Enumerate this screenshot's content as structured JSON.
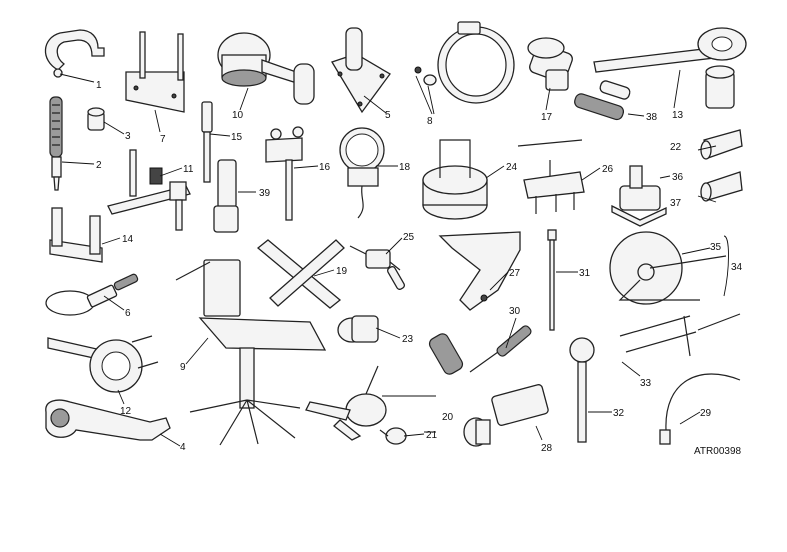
{
  "drawing_code": "ATR00398",
  "callouts": {
    "c1": "1",
    "c2": "2",
    "c3": "3",
    "c4": "4",
    "c5": "5",
    "c6": "6",
    "c7": "7",
    "c8": "8",
    "c9": "9",
    "c10": "10",
    "c11": "11",
    "c12": "12",
    "c13": "13",
    "c14": "14",
    "c15": "15",
    "c16": "16",
    "c17": "17",
    "c18": "18",
    "c19": "19",
    "c20": "20",
    "c21": "21",
    "c22": "22",
    "c23": "23",
    "c24": "24",
    "c25": "25",
    "c26": "26",
    "c27": "27",
    "c28": "28",
    "c29": "29",
    "c30": "30",
    "c31": "31",
    "c32": "32",
    "c33": "33",
    "c34": "34",
    "c35": "35",
    "c36": "36",
    "c37": "37",
    "c38": "38",
    "c39": "39"
  }
}
